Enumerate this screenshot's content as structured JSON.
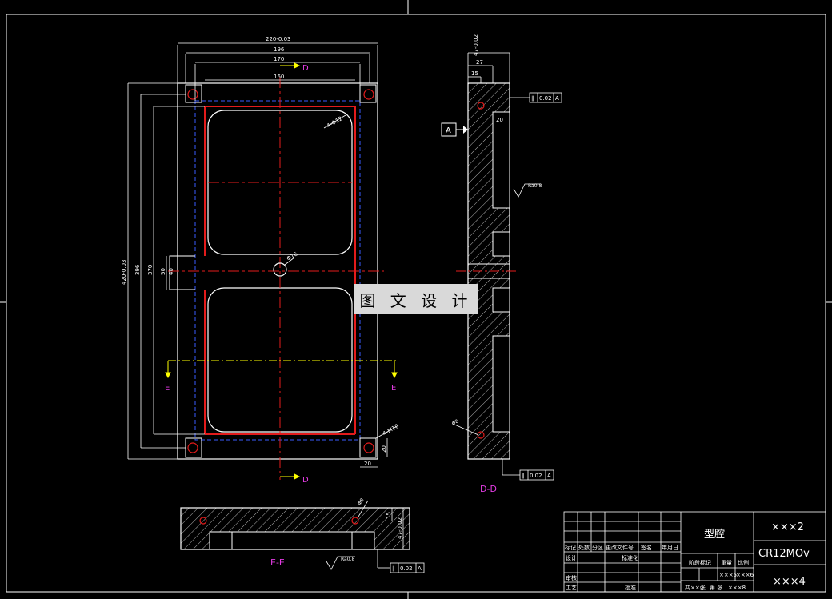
{
  "watermark": "图 文 设 计",
  "top_view": {
    "dim_overall_width": "220-0.03",
    "dim_196": "196",
    "dim_170": "170",
    "dim_160": "160",
    "dim_overall_height": "420-0.03",
    "dim_396": "396",
    "dim_370": "370",
    "dim_50": "50",
    "dim_40": "40",
    "hole_note_top": "4-Φ12",
    "hole_note_bottom": "4-M10",
    "center_hole": "Φ16",
    "dim_20_right": "20",
    "dim_20_bottom": "20",
    "section_d_top": "D",
    "section_d_bottom": "D",
    "section_e_left": "E",
    "section_e_right": "E"
  },
  "side_view": {
    "dim_thickness": "47-0.02",
    "dim_27": "27",
    "dim_15": "15",
    "dim_20": "20",
    "tol_top": "0.02",
    "tol_top_ref": "A",
    "tol_bottom": "0.02",
    "datum": "A",
    "roughness": "Ra0.8",
    "hole_label": "Φ8",
    "section_label": "D-D"
  },
  "section_e": {
    "label": "E-E",
    "dim_15": "15",
    "dim_thickness": "47-0.02",
    "hole_label": "Φ8",
    "tol": "0.02",
    "tol_ref": "A",
    "roughness": "Ra0.8"
  },
  "title_block": {
    "part_name": "型腔",
    "drawing_no": "×××2",
    "material": "CR12MOv",
    "org": "×××4",
    "col_headers": [
      "标记",
      "处数",
      "分区",
      "更改文件号",
      "签名",
      "年月日"
    ],
    "row_design": "设计",
    "row_standard": "标准化",
    "row_review": "审核",
    "row_process": "工艺",
    "row_approve": "批准",
    "stage_mark": "阶段标记",
    "weight": "重量",
    "scale": "比例",
    "weight_val": "×××5",
    "scale_val": "×××6",
    "sheet_total": "共××张",
    "sheet_no": "第 张",
    "version": "×××8"
  }
}
